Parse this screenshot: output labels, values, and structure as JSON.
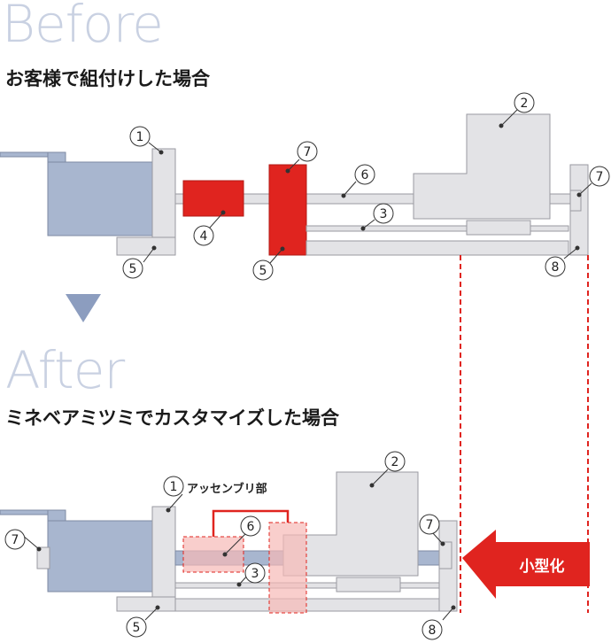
{
  "before": {
    "heading": "Before",
    "subheading": "お客様で組付けした場合",
    "callouts": [
      "1",
      "2",
      "3",
      "4",
      "5",
      "5",
      "6",
      "7",
      "7",
      "8"
    ]
  },
  "after": {
    "heading": "After",
    "subheading": "ミネベアミツミでカスタマイズした場合",
    "assembly_label": "アッセンブリ部",
    "callouts": [
      "1",
      "2",
      "3",
      "5",
      "6",
      "7",
      "7",
      "8"
    ]
  },
  "badge": {
    "label": "小型化"
  },
  "colors": {
    "motor": "#a8b6cf",
    "housing": "#e3e3e6",
    "outline": "#9a9aa0",
    "red": "#e0241f",
    "heading_light": "#c9d1e2",
    "pink_fill": "#f6b9b7",
    "triangle": "#8c9dbf"
  }
}
